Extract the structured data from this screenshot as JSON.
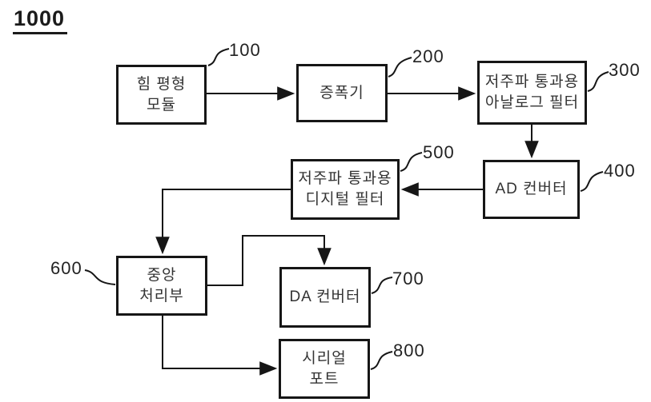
{
  "diagram": {
    "figure_number": "1000",
    "boxes": [
      {
        "ref": "100",
        "label": "힘 평형\n모듈"
      },
      {
        "ref": "200",
        "label": "증폭기"
      },
      {
        "ref": "300",
        "label": "저주파 통과용\n아날로그 필터"
      },
      {
        "ref": "400",
        "label": "AD 컨버터"
      },
      {
        "ref": "500",
        "label": "저주파 통과용\n디지털 필터"
      },
      {
        "ref": "600",
        "label": "중앙\n처리부"
      },
      {
        "ref": "700",
        "label": "DA 컨버터"
      },
      {
        "ref": "800",
        "label": "시리얼\n포트"
      }
    ],
    "connections": [
      {
        "from": "100",
        "to": "200"
      },
      {
        "from": "200",
        "to": "300"
      },
      {
        "from": "300",
        "to": "400"
      },
      {
        "from": "400",
        "to": "500"
      },
      {
        "from": "500",
        "to": "600"
      },
      {
        "from": "600",
        "to": "700"
      },
      {
        "from": "600",
        "to": "800"
      }
    ],
    "colors": {
      "line": "#161616",
      "text": "#333333",
      "background": "#ffffff"
    }
  }
}
